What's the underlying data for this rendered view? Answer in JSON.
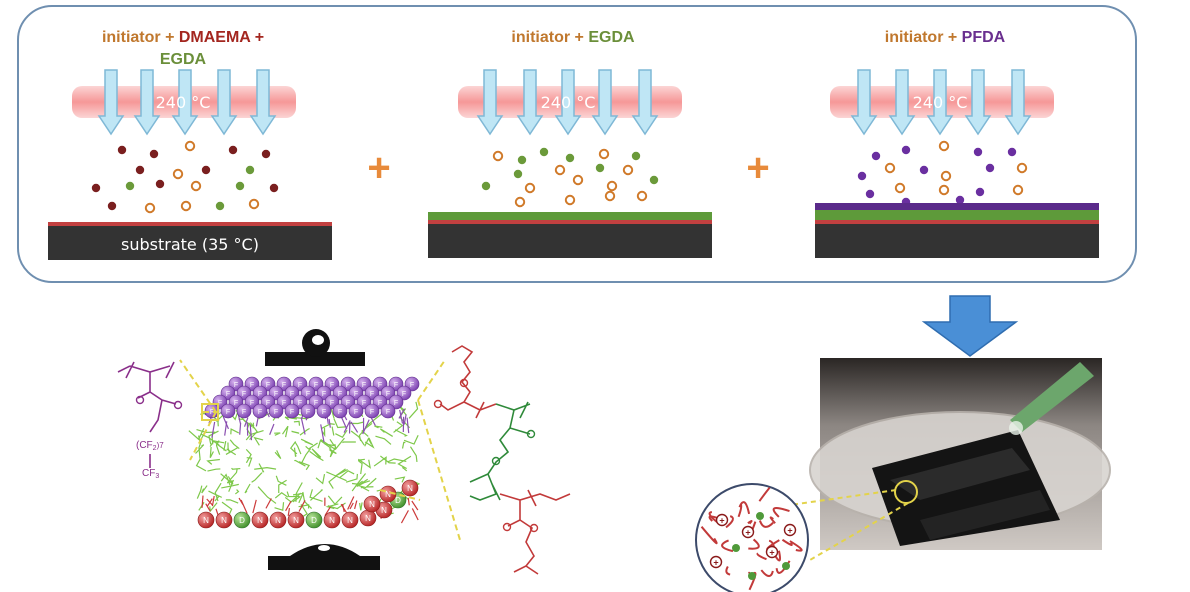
{
  "panels": [
    {
      "label_parts": [
        {
          "text": "initiator + ",
          "color": "#c0782e"
        },
        {
          "text": "DMAEMA +",
          "color": "#a3261f"
        }
      ],
      "label_line2": {
        "text": "EGDA",
        "color": "#6b8f3a"
      },
      "temp": "240 °C",
      "substrate": "substrate (35 °C)"
    },
    {
      "label_parts": [
        {
          "text": "initiator + ",
          "color": "#c0782e"
        },
        {
          "text": "EGDA",
          "color": "#6b8f3a"
        }
      ],
      "temp": "240 °C"
    },
    {
      "label_parts": [
        {
          "text": "initiator + ",
          "color": "#c0782e"
        },
        {
          "text": "PFDA",
          "color": "#6a2f8f"
        }
      ],
      "temp": "240 °C"
    }
  ],
  "plus": "+",
  "colors": {
    "dmaema": "#7a1f1f",
    "egda": "#6b9a3a",
    "pfda": "#6a2fa0",
    "initiator": "#d07a2a",
    "heater": "#f59a9a",
    "arrow": "#bfe6f5",
    "substrate": "#2e2e2e",
    "big_arrow": "#4a8fd6"
  },
  "pfda_structure": {
    "cf_chain": "(CF",
    "cf_sub": "2",
    "cf_n": ")7",
    "cf3": "CF",
    "cf3_sub": "3"
  },
  "bead_letters": {
    "fluoro": "F",
    "amine": "N",
    "crosslink": "D"
  },
  "charge_symbol": "+"
}
